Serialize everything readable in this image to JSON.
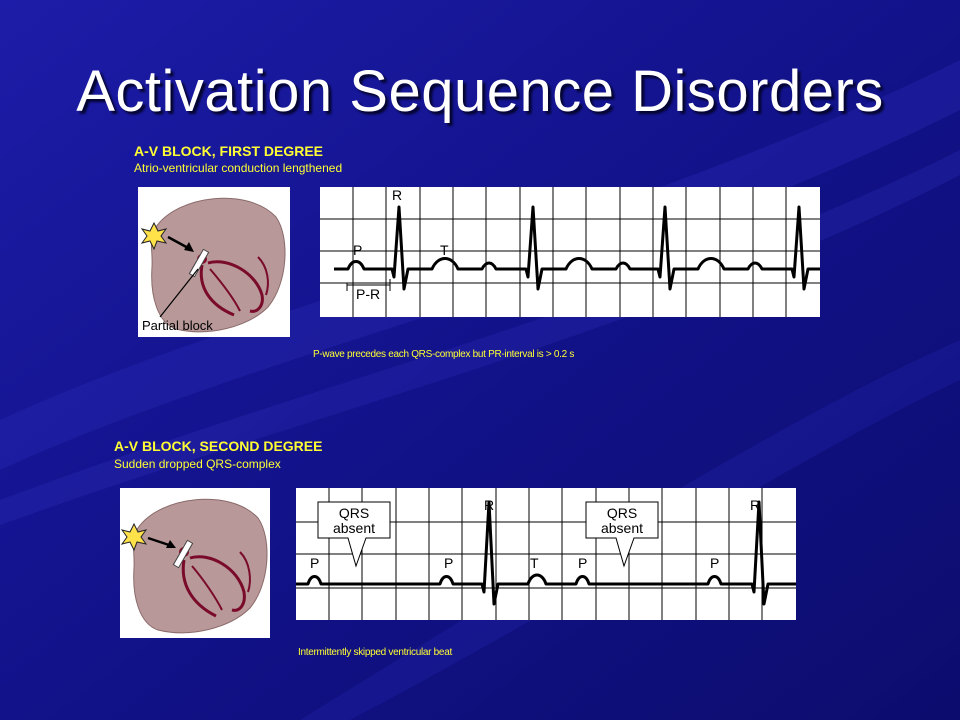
{
  "slide": {
    "title": "Activation Sequence Disorders"
  },
  "first_degree": {
    "heading": "A-V BLOCK, FIRST DEGREE",
    "subheading": "Atrio-ventricular conduction lengthened",
    "heart_label": "Partial block",
    "ecg_labels": {
      "r": "R",
      "p": "P",
      "t": "T",
      "pr": "P-R"
    },
    "caption": "P-wave precedes each QRS-complex but PR-interval is > 0.2 s"
  },
  "second_degree": {
    "heading": "A-V BLOCK, SECOND DEGREE",
    "subheading": "Sudden dropped QRS-complex",
    "ecg_labels": {
      "qrs_line1": "QRS",
      "absent": "absent",
      "r": "R",
      "p": "P",
      "t": "T"
    },
    "caption": "Intermittently skipped ventricular beat"
  },
  "colors": {
    "background": "#14148c",
    "title": "#ffffff",
    "text_accent": "#ffff33",
    "heart_fill": "#b89898",
    "heart_vessels": "#7a0a2a",
    "grid": "#000000",
    "trace": "#000000"
  }
}
